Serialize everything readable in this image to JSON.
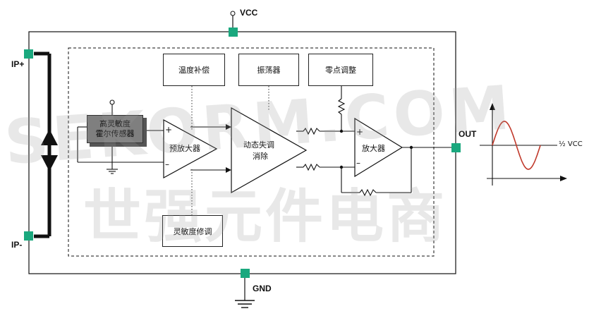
{
  "pins": {
    "vcc": "VCC",
    "ip_plus": "IP+",
    "ip_minus": "IP-",
    "out": "OUT",
    "gnd": "GND",
    "half_vcc": "½ VCC"
  },
  "blocks": {
    "temp_comp": "温度补偿",
    "oscillator": "振荡器",
    "zero_adjust": "零点调整",
    "hall_sensor_line1": "高灵敏度",
    "hall_sensor_line2": "霍尔传感器",
    "sensitivity_trim": "灵敏度修调",
    "preamp": "预放大器",
    "offset_cancel_line1": "动态失调",
    "offset_cancel_line2": "消除",
    "amplifier": "放大器"
  },
  "signs": {
    "plus": "+",
    "minus": "–"
  },
  "watermark": {
    "line1": "SEKORM.COM",
    "line2": "世强元件电商"
  },
  "colors": {
    "pin_marker": "#1aa87e",
    "hall_box": "#7f7f7f",
    "sine": "#c0392b",
    "line": "#111111"
  }
}
